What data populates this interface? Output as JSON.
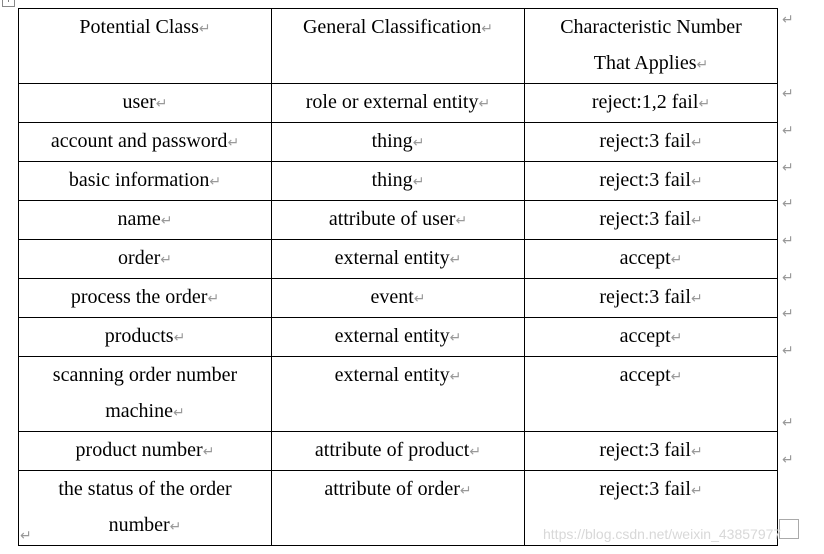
{
  "table": {
    "headers": [
      "Potential Class",
      "General Classification",
      "Characteristic Number That Applies"
    ],
    "rows": [
      [
        "user",
        "role or external entity",
        "reject:1,2 fail"
      ],
      [
        "account and password",
        "thing",
        "reject:3 fail"
      ],
      [
        "basic information",
        "thing",
        "reject:3 fail"
      ],
      [
        "name",
        "attribute of user",
        "reject:3 fail"
      ],
      [
        "order",
        "external entity",
        "accept"
      ],
      [
        "process the order",
        "event",
        "reject:3 fail"
      ],
      [
        "products",
        "external entity",
        "accept"
      ],
      [
        "scanning order number machine",
        "external entity",
        "accept"
      ],
      [
        "product number",
        "attribute of product",
        "reject:3 fail"
      ],
      [
        "the status of the order number",
        "attribute of order",
        "reject:3 fail"
      ]
    ]
  },
  "return_mark": "↵",
  "watermark": "https://blog.csdn.net/weixin_43857977"
}
